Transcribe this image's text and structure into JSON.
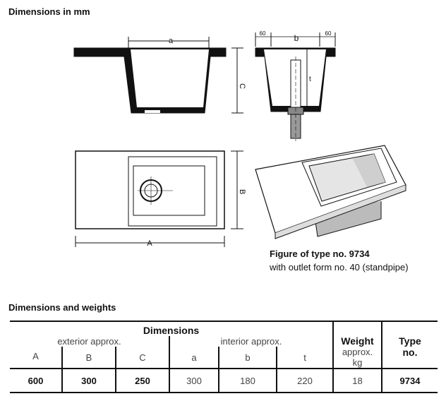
{
  "headings": {
    "dimensions_mm": "Dimensions in mm",
    "dimensions_weights": "Dimensions and weights"
  },
  "drawing_labels": {
    "a": "a",
    "C": "C",
    "left_margin": "60",
    "b": "b",
    "right_margin": "60",
    "t": "t",
    "B": "B",
    "A": "A"
  },
  "figure": {
    "title": "Figure of type no. 9734",
    "subtitle": "with outlet form no. 40 (standpipe)"
  },
  "table": {
    "group_dimensions": "Dimensions",
    "group_exterior": "exterior approx.",
    "group_interior": "interior approx.",
    "weight_header": "Weight",
    "weight_sub": "approx.",
    "weight_unit": "kg",
    "type_header": "Type",
    "type_sub": "no.",
    "columns": [
      "A",
      "B",
      "C",
      "a",
      "b",
      "t"
    ],
    "row": {
      "A": "600",
      "B": "300",
      "C": "250",
      "a": "300",
      "b": "180",
      "t": "220",
      "weight": "18",
      "type": "9734"
    }
  }
}
